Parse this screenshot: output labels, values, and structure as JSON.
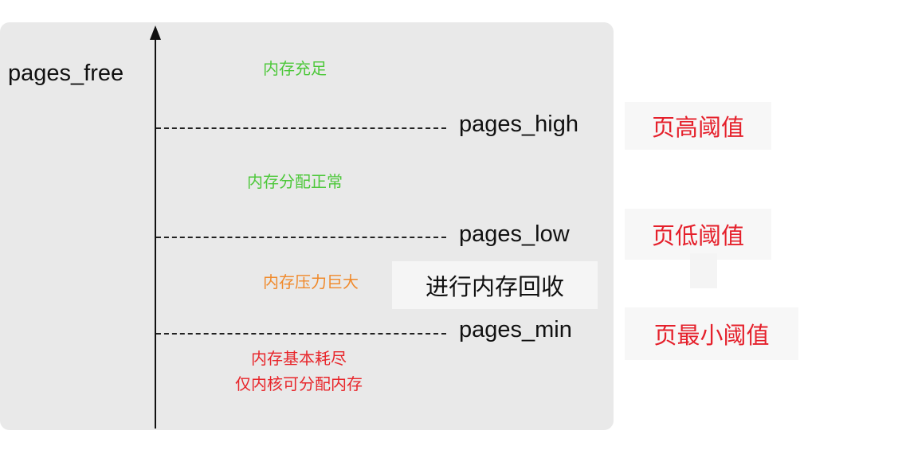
{
  "axis": {
    "label": "pages_free"
  },
  "thresholds": [
    {
      "name": "pages_high",
      "cn_label": "页高阈值"
    },
    {
      "name": "pages_low",
      "cn_label": "页低阈值"
    },
    {
      "name": "pages_min",
      "cn_label": "页最小阈值"
    }
  ],
  "zones": [
    {
      "lines": [
        "内存充足"
      ],
      "color": "#4dc83a"
    },
    {
      "lines": [
        "内存分配正常"
      ],
      "color": "#4dc83a"
    },
    {
      "lines": [
        "内存压力巨大"
      ],
      "color": "#f08a2c"
    },
    {
      "lines": [
        "内存基本耗尽",
        "仅内核可分配内存"
      ],
      "color": "#e8262b"
    }
  ],
  "reclaim_note": "进行内存回收",
  "colors": {
    "panel_bg": "#e9e9e9",
    "threshold_label": "#e5202b",
    "axis": "#111111"
  }
}
